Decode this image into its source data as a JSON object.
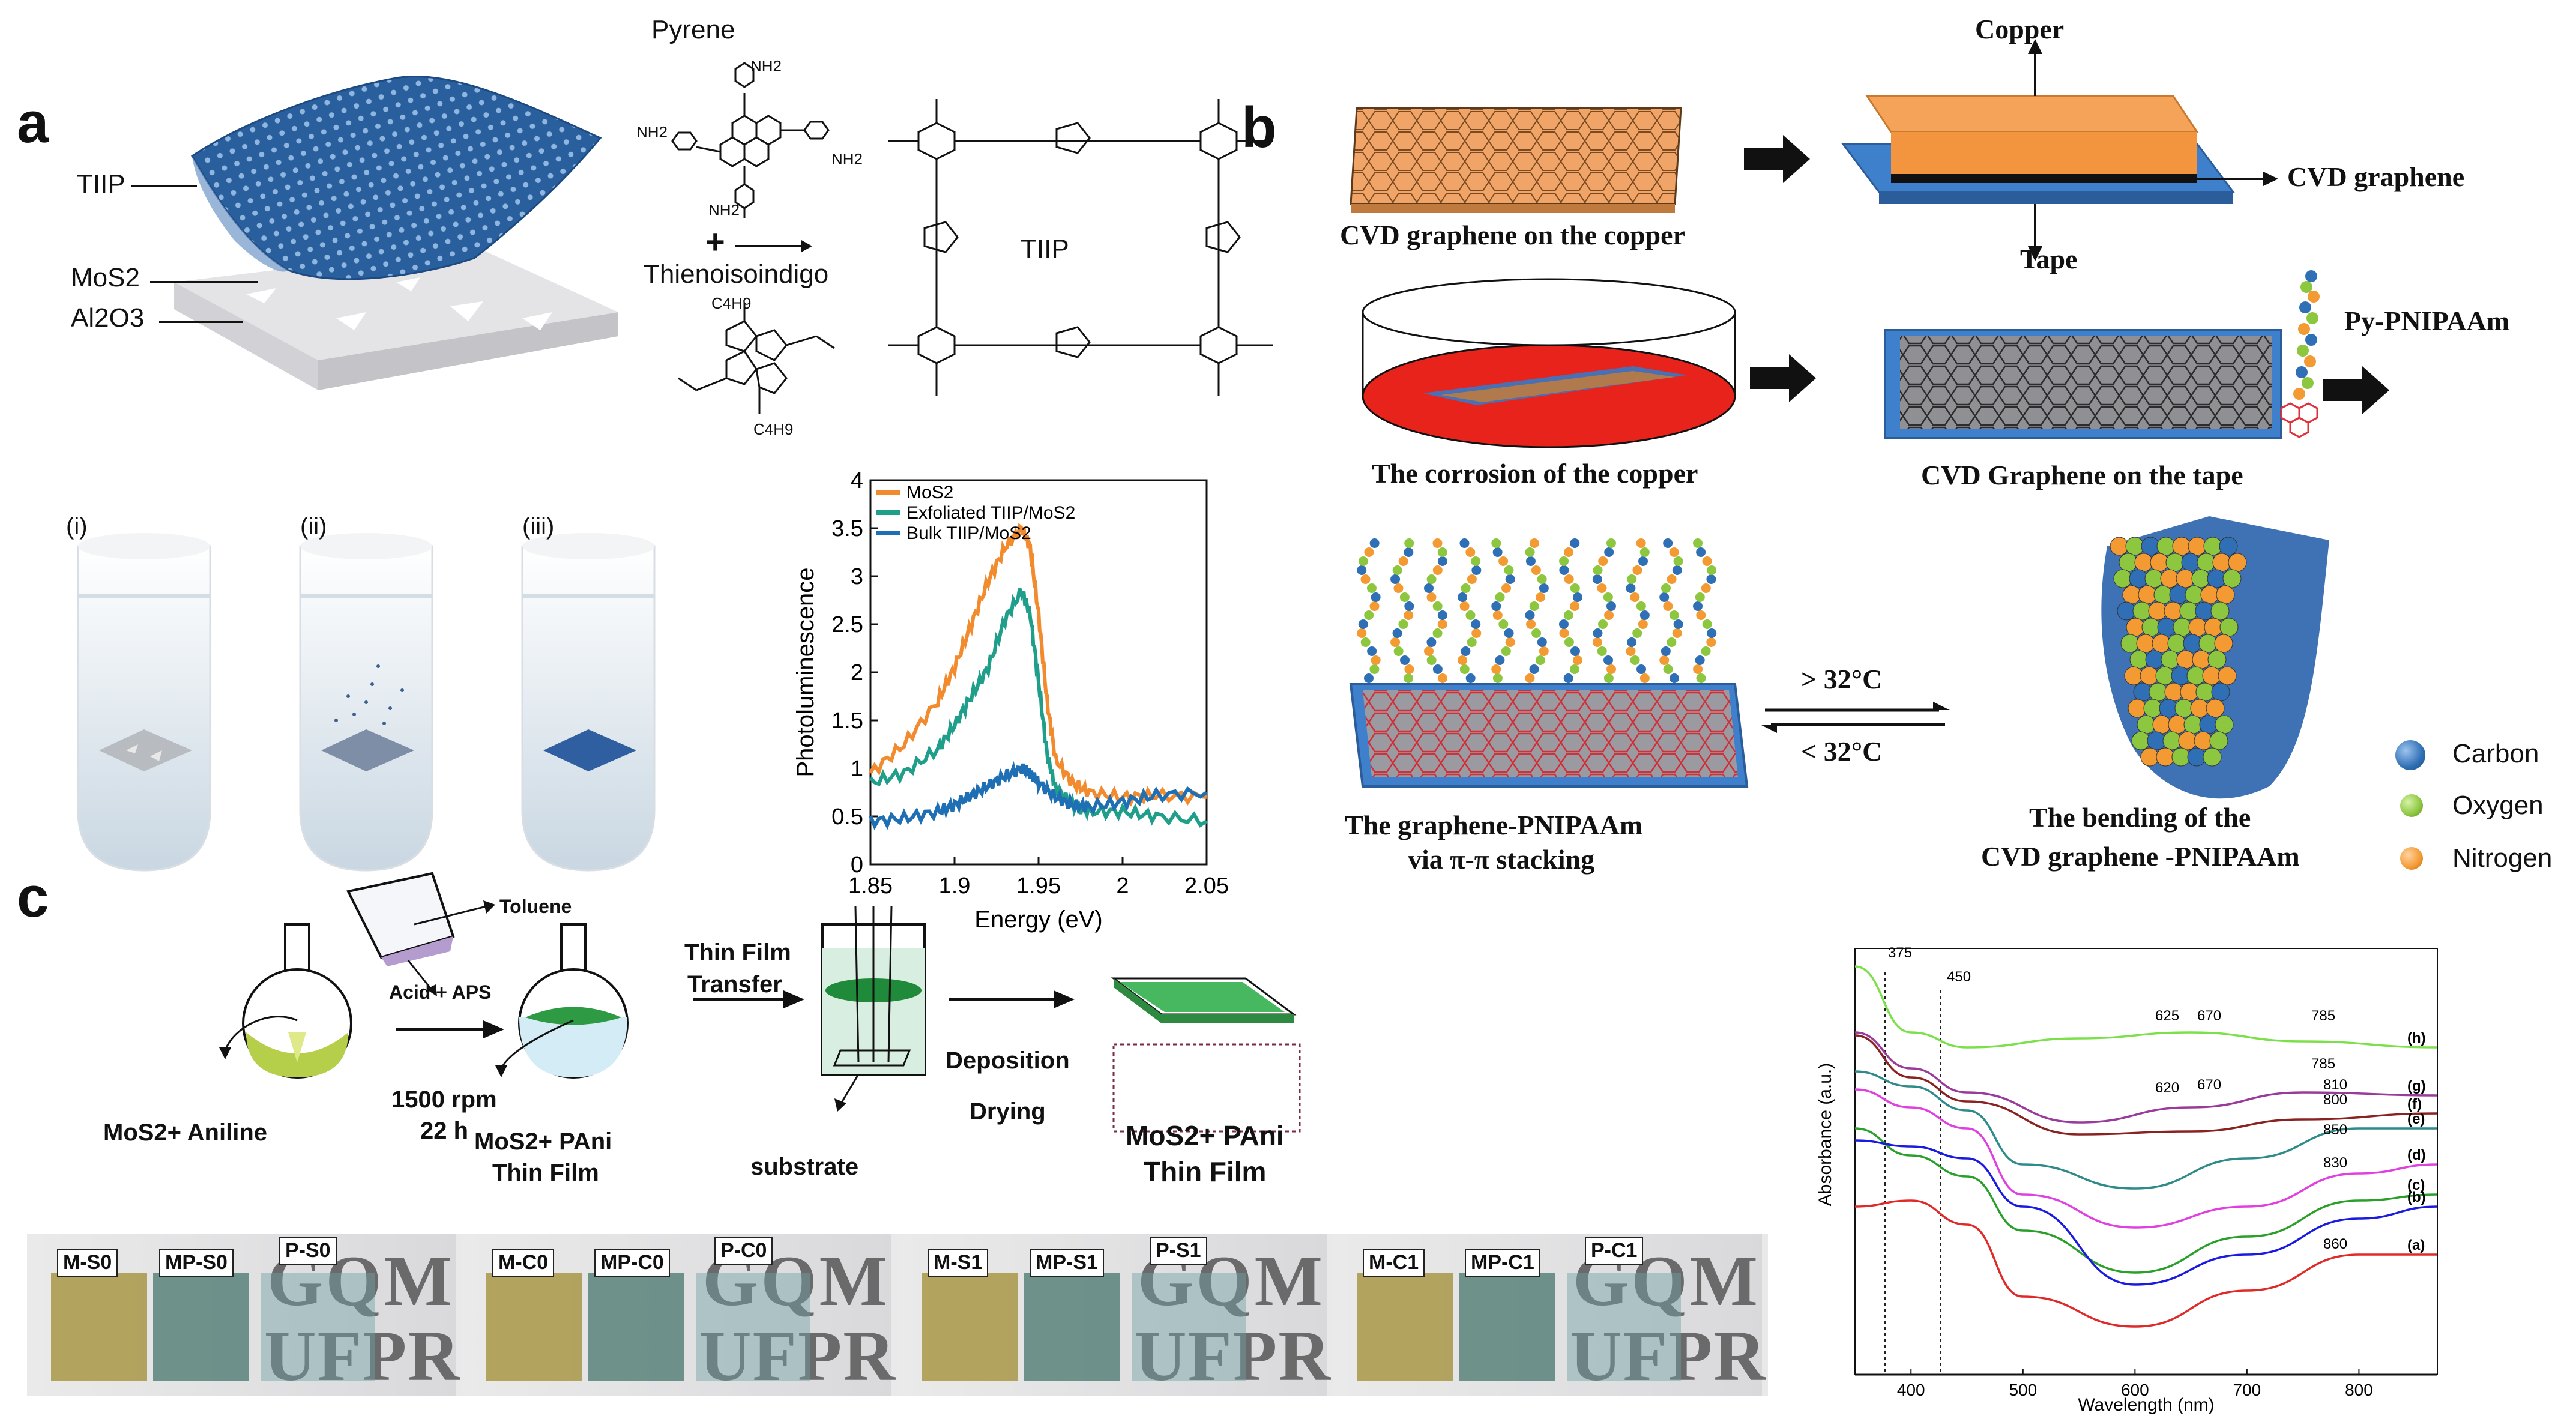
{
  "panels": {
    "a": "a",
    "b": "b",
    "c": "c"
  },
  "panel_a": {
    "layer_labels": [
      "TIIP",
      "MoS2",
      "Al2O3"
    ],
    "pyrene": "Pyrene",
    "thienoisoindigo": "Thienoisoindigo",
    "tiip": "TIIP",
    "plus": "+",
    "amine_group": "NH2",
    "alkyl_group": "C4H9",
    "steps": [
      "(i)",
      "(ii)",
      "(iii)"
    ]
  },
  "chart_data": {
    "type": "line",
    "xlabel": "Energy (eV)",
    "ylabel": "Photoluminescence",
    "xlim": [
      1.85,
      2.05
    ],
    "ylim": [
      0,
      4
    ],
    "xticks": [
      "1.85",
      "1.9",
      "1.95",
      "2",
      "2.05"
    ],
    "yticks": [
      "0",
      "0.5",
      "1",
      "1.5",
      "2",
      "2.5",
      "3",
      "3.5",
      "4"
    ],
    "legend_position": "top-left",
    "series": [
      {
        "name": "MoS2",
        "color": "#f28a2e",
        "x": [
          1.85,
          1.87,
          1.89,
          1.9,
          1.91,
          1.92,
          1.93,
          1.94,
          1.945,
          1.95,
          1.955,
          1.96,
          1.97,
          1.98,
          2.0,
          2.02,
          2.05
        ],
        "y": [
          0.95,
          1.25,
          1.7,
          2.05,
          2.5,
          2.95,
          3.3,
          3.5,
          3.3,
          2.6,
          1.7,
          1.1,
          0.85,
          0.75,
          0.7,
          0.72,
          0.7
        ]
      },
      {
        "name": "Exfoliated TIIP/MoS2",
        "color": "#1f9e8a",
        "x": [
          1.85,
          1.87,
          1.89,
          1.9,
          1.91,
          1.92,
          1.93,
          1.94,
          1.945,
          1.95,
          1.955,
          1.96,
          1.97,
          1.98,
          2.0,
          2.02,
          2.05
        ],
        "y": [
          0.85,
          0.95,
          1.2,
          1.45,
          1.75,
          2.05,
          2.55,
          2.85,
          2.6,
          1.9,
          1.15,
          0.8,
          0.62,
          0.55,
          0.55,
          0.5,
          0.45
        ]
      },
      {
        "name": "Bulk TIIP/MoS2",
        "color": "#1f6fb4",
        "x": [
          1.85,
          1.87,
          1.89,
          1.9,
          1.91,
          1.92,
          1.93,
          1.94,
          1.945,
          1.95,
          1.96,
          1.97,
          1.98,
          2.0,
          2.02,
          2.05
        ],
        "y": [
          0.45,
          0.48,
          0.55,
          0.62,
          0.72,
          0.82,
          0.92,
          1.0,
          0.95,
          0.85,
          0.7,
          0.62,
          0.6,
          0.65,
          0.72,
          0.75
        ]
      }
    ]
  },
  "panel_b": {
    "copper": "Copper",
    "cvd_graphene": "CVD graphene",
    "cvd_on_copper": "CVD graphene on the copper",
    "tape": "Tape",
    "py_pnipaam": "Py-PNIPAAm",
    "corrosion": "The corrosion of the copper",
    "graphene_on_tape": "CVD Graphene on the tape",
    "above_temp": "> 32°C",
    "below_temp": "< 32°C",
    "stacking_line1": "The graphene-PNIPAAm",
    "stacking_line2": "via π-π stacking",
    "bending_line1": "The bending of the",
    "bending_line2": "CVD graphene -PNIPAAm",
    "legend": [
      {
        "label": "Carbon",
        "color": "#2f6fb5"
      },
      {
        "label": "Oxygen",
        "color": "#8dc63f"
      },
      {
        "label": "Nitrogen",
        "color": "#f39a33"
      }
    ]
  },
  "panel_c": {
    "toluene": "Toluene",
    "acid_aps": "Acid + APS",
    "mos2_aniline": "MoS2+ Aniline",
    "rpm": "1500 rpm",
    "hours": "22 h",
    "mos2_pani_line1": "MoS2+ PAni",
    "mos2_pani_line2": "Thin Film",
    "thin_film_transfer_line1": "Thin Film",
    "thin_film_transfer_line2": "Transfer",
    "substrate": "substrate",
    "deposition": "Deposition",
    "drying": "Drying",
    "product_line1": "MoS2+ PAni",
    "product_line2": "Thin Film",
    "photo_text_line1": "GQM",
    "photo_text_line2": "UFPR",
    "sample_groups": [
      [
        "M-S0",
        "MP-S0",
        "P-S0"
      ],
      [
        "M-C0",
        "MP-C0",
        "P-C0"
      ],
      [
        "M-S1",
        "MP-S1",
        "P-S1"
      ],
      [
        "M-C1",
        "MP-C1",
        "P-C1"
      ]
    ]
  },
  "absorbance_chart": {
    "xlabel": "Wavelength (nm)",
    "ylabel": "Absorbance (a.u.)",
    "xticks": [
      "400",
      "500",
      "600",
      "700",
      "800"
    ],
    "xlim": [
      350,
      870
    ],
    "curve_labels": [
      "(h)",
      "(g)",
      "(f)",
      "(e)",
      "(d)",
      "(c)",
      "(b)",
      "(a)"
    ],
    "peak_labels": [
      "375",
      "450",
      "625",
      "670",
      "785",
      "785",
      "810",
      "620",
      "670",
      "800",
      "850",
      "830",
      "860"
    ],
    "colors": [
      "#7ce04a",
      "#9a3a9a",
      "#8a2222",
      "#2f8a8a",
      "#e040e0",
      "#2aa02a",
      "#1a1ae0",
      "#e02a2a"
    ]
  }
}
